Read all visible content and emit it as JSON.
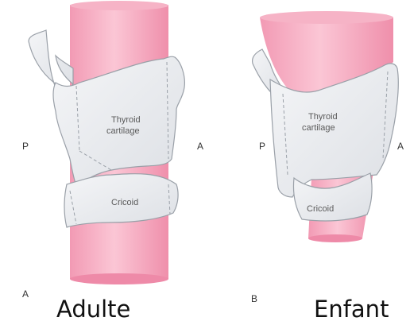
{
  "adult": {
    "panel_letter": "A",
    "posterior": "P",
    "anterior": "A",
    "thyroid_line1": "Thyroid",
    "thyroid_line2": "cartilage",
    "cricoid": "Cricoid",
    "caption": "Adulte"
  },
  "child": {
    "panel_letter": "B",
    "posterior": "P",
    "anterior": "A",
    "thyroid_line1": "Thyroid",
    "thyroid_line2": "cartilage",
    "cricoid": "Cricoid",
    "caption": "Enfant"
  },
  "colors": {
    "trachea": "#f7a9c0",
    "trachea_dark": "#ec7f9f",
    "cartilage": "#eceef2",
    "outline": "#9aa0a8"
  }
}
